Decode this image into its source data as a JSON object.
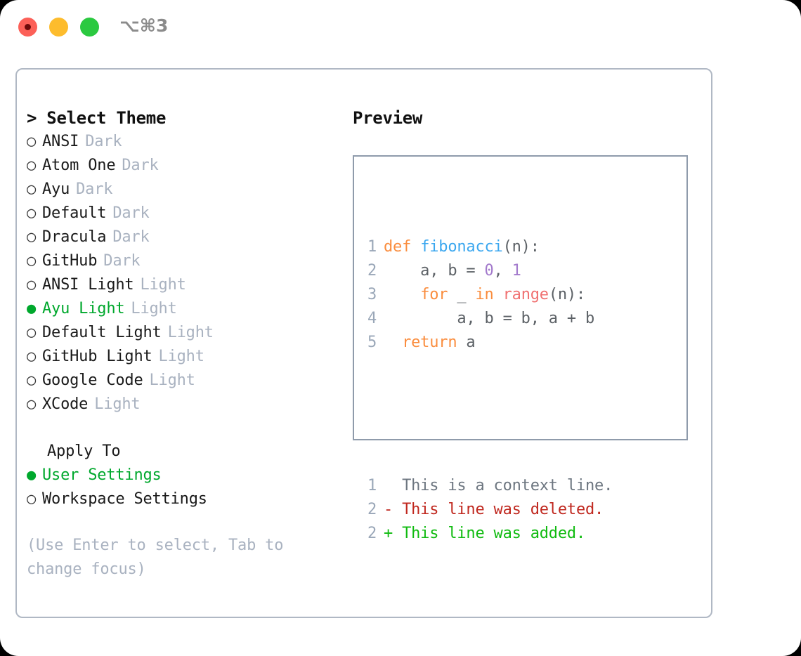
{
  "titlebar": {
    "shortcut": "⌥⌘3",
    "lights": [
      "close-record",
      "minimize",
      "maximize"
    ]
  },
  "theme_picker": {
    "header": "> Select Theme",
    "items": [
      {
        "bullet": "○",
        "label": "ANSI",
        "tag": "Dark",
        "selected": false
      },
      {
        "bullet": "○",
        "label": "Atom One",
        "tag": "Dark",
        "selected": false
      },
      {
        "bullet": "○",
        "label": "Ayu",
        "tag": "Dark",
        "selected": false
      },
      {
        "bullet": "○",
        "label": "Default",
        "tag": "Dark",
        "selected": false
      },
      {
        "bullet": "○",
        "label": "Dracula",
        "tag": "Dark",
        "selected": false
      },
      {
        "bullet": "○",
        "label": "GitHub",
        "tag": "Dark",
        "selected": false
      },
      {
        "bullet": "○",
        "label": "ANSI Light",
        "tag": "Light",
        "selected": false
      },
      {
        "bullet": "●",
        "label": "Ayu Light",
        "tag": "Light",
        "selected": true
      },
      {
        "bullet": "○",
        "label": "Default Light",
        "tag": "Light",
        "selected": false
      },
      {
        "bullet": "○",
        "label": "GitHub Light",
        "tag": "Light",
        "selected": false
      },
      {
        "bullet": "○",
        "label": "Google Code",
        "tag": "Light",
        "selected": false
      },
      {
        "bullet": "○",
        "label": "XCode",
        "tag": "Light",
        "selected": false
      }
    ]
  },
  "apply_to": {
    "title": "Apply To",
    "items": [
      {
        "bullet": "●",
        "label": "User Settings",
        "selected": true
      },
      {
        "bullet": "○",
        "label": "Workspace Settings",
        "selected": false
      }
    ]
  },
  "hint": "(Use Enter to select, Tab to change focus)",
  "preview": {
    "title": "Preview",
    "code_lines": [
      {
        "n": "1",
        "tokens": [
          {
            "t": "def ",
            "c": "kw"
          },
          {
            "t": "fibonacci",
            "c": "fn"
          },
          {
            "t": "(n):",
            "c": "pl"
          }
        ]
      },
      {
        "n": "2",
        "tokens": [
          {
            "t": "    a, b = ",
            "c": "pl"
          },
          {
            "t": "0",
            "c": "num"
          },
          {
            "t": ", ",
            "c": "pl"
          },
          {
            "t": "1",
            "c": "num"
          }
        ]
      },
      {
        "n": "3",
        "tokens": [
          {
            "t": "    ",
            "c": "pl"
          },
          {
            "t": "for",
            "c": "kw"
          },
          {
            "t": " _ ",
            "c": "pl"
          },
          {
            "t": "in",
            "c": "kw"
          },
          {
            "t": " ",
            "c": "pl"
          },
          {
            "t": "range",
            "c": "bi"
          },
          {
            "t": "(n):",
            "c": "pl"
          }
        ]
      },
      {
        "n": "4",
        "tokens": [
          {
            "t": "        a, b = b, a + b",
            "c": "pl"
          }
        ]
      },
      {
        "n": "5",
        "tokens": [
          {
            "t": "  ",
            "c": "pl"
          },
          {
            "t": "return",
            "c": "kw"
          },
          {
            "t": " a",
            "c": "pl"
          }
        ]
      }
    ],
    "diff_lines": [
      {
        "n": "1",
        "marker": "  ",
        "text": "This is a context line.",
        "kind": "ctx"
      },
      {
        "n": "2",
        "marker": "- ",
        "text": "This line was deleted.",
        "kind": "del"
      },
      {
        "n": "2",
        "marker": "+ ",
        "text": "This line was added.",
        "kind": "add"
      }
    ]
  },
  "colors": {
    "accent_green": "#00a82d",
    "muted": "#a9b2c0",
    "border": "#b0b8c4",
    "preview_border": "#8f9bab",
    "keyword": "#fa8d3e",
    "function": "#3ba7ef",
    "number": "#a37acc",
    "builtin": "#f07171",
    "line_number": "#9aa7b8",
    "diff_deleted": "#c0281f",
    "diff_added": "#10bb10",
    "light_red": "#fc6058",
    "light_yellow": "#fdbc2d",
    "light_green": "#2bc940"
  }
}
